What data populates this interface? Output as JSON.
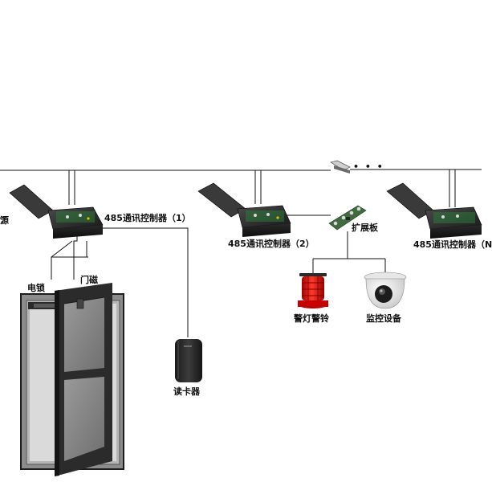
{
  "diagram": {
    "controllers": [
      {
        "label": "485通讯控制器（1）"
      },
      {
        "label": "485通讯控制器（2）"
      },
      {
        "label": "485通讯控制器（N"
      }
    ],
    "power_label": "源",
    "door_lock_label": "电锁",
    "door_sensor_label": "门磁",
    "card_reader_label": "读卡器",
    "expansion_board_label": "扩展板",
    "alarm_label": "警灯警铃",
    "camera_label": "监控设备",
    "ellipsis": "• • •"
  }
}
